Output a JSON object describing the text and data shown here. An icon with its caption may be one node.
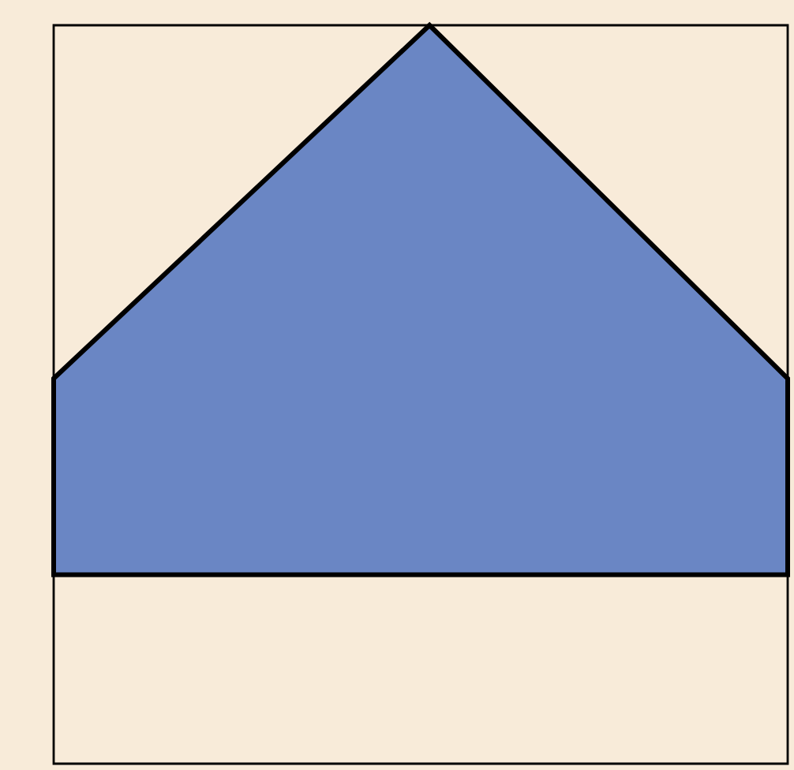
{
  "diagram": {
    "nodes": [
      {
        "text": [],
        "shape": "box"
      },
      {
        "text": [],
        "shape": "pentagon",
        "in": 0
      }
    ]
  }
}
